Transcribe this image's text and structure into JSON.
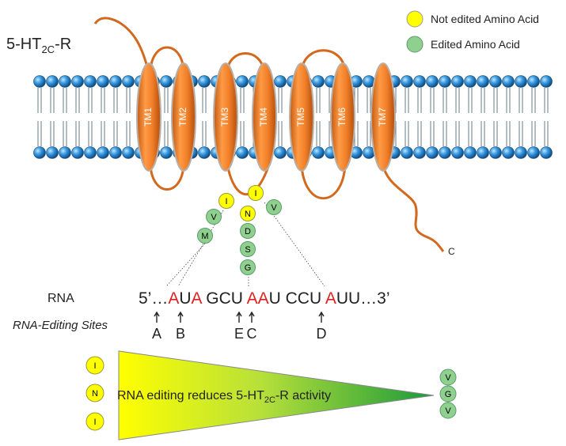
{
  "title": {
    "prefix": "5-HT",
    "sub": "2C",
    "suffix": "-R"
  },
  "legend": [
    {
      "label": "Not edited Amino Acid",
      "color": "#ffff00"
    },
    {
      "label": "Edited Amino Acid",
      "color": "#8fd08f"
    }
  ],
  "helices": [
    "TM1",
    "TM2",
    "TM3",
    "TM4",
    "TM5",
    "TM6",
    "TM7"
  ],
  "c_terminus": "C",
  "loop_residues": {
    "not_edited": [
      "I",
      "N",
      "I"
    ],
    "edited_left": [
      "V",
      "M"
    ],
    "edited_mid": [
      "D",
      "S",
      "G"
    ],
    "edited_right": [
      "V"
    ]
  },
  "rna": {
    "label": "RNA",
    "start": "5’…",
    "seq": [
      {
        "t": "A",
        "red": true
      },
      {
        "t": "U",
        "red": false
      },
      {
        "t": "A",
        "red": true
      },
      {
        "t": " GCU ",
        "red": false
      },
      {
        "t": "A",
        "red": true
      },
      {
        "t": "A",
        "red": true
      },
      {
        "t": "U CCU ",
        "red": false
      },
      {
        "t": "A",
        "red": true
      },
      {
        "t": "UU…3’",
        "red": false
      }
    ]
  },
  "editing_sites": {
    "label": "RNA-Editing Sites",
    "sites": [
      "A",
      "B",
      "E",
      "C",
      "D"
    ]
  },
  "arrow_label": {
    "prefix": "RNA editing reduces 5-HT",
    "sub": "2C",
    "suffix": "-R activity"
  },
  "left_residues": [
    "I",
    "N",
    "I"
  ],
  "right_residues": [
    "V",
    "G",
    "V"
  ],
  "colors": {
    "helix": "#f07f28",
    "lipid_head": "#2f8fd6",
    "loop": "#d2691e",
    "rna_red": "#e02020",
    "not_edited": "#ffff00",
    "edited": "#8fd08f"
  }
}
